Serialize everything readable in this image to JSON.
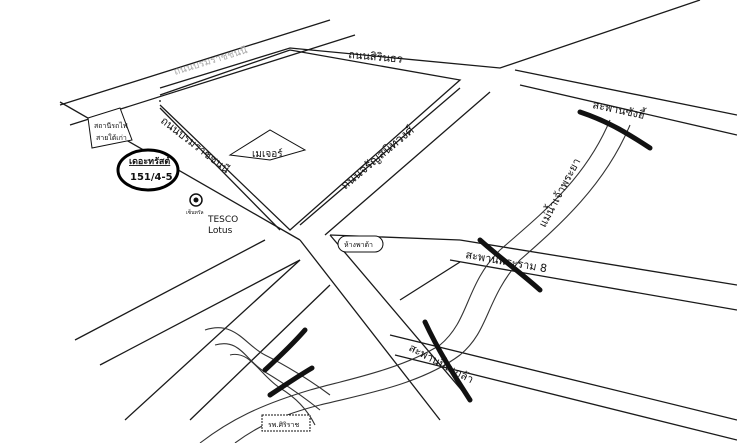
{
  "roads": {
    "sirindhorn": "ถนนสิรินธร",
    "borommaratchachonnani": "ถนนบรมราชชนนี",
    "charansanitwong": "ถนนจรัญสนิทวงศ์",
    "faded": "ถนนบรมราชชนนี"
  },
  "bridges": {
    "krungthon": "สะพานซังฮี้",
    "rama8": "สะพานพระราม 8",
    "pinklao": "สะพานปิ่นเกล้า"
  },
  "river": "แม่น้ำเจ้าพระยา",
  "landmarks": {
    "major": "เมเจอร์",
    "pata": "ห้างพาต้า",
    "siriraj": "รพ.ศิริราช",
    "tesco_line1": "TESCO",
    "tesco_line2": "Lotus",
    "station_line1": "สถานีรถไฟ",
    "station_line2": "สายใต้เก่า",
    "destination_name": "เดอะทรัสต์",
    "destination_number": "151/4-5",
    "logo_text": "เซ็นทรัล"
  }
}
